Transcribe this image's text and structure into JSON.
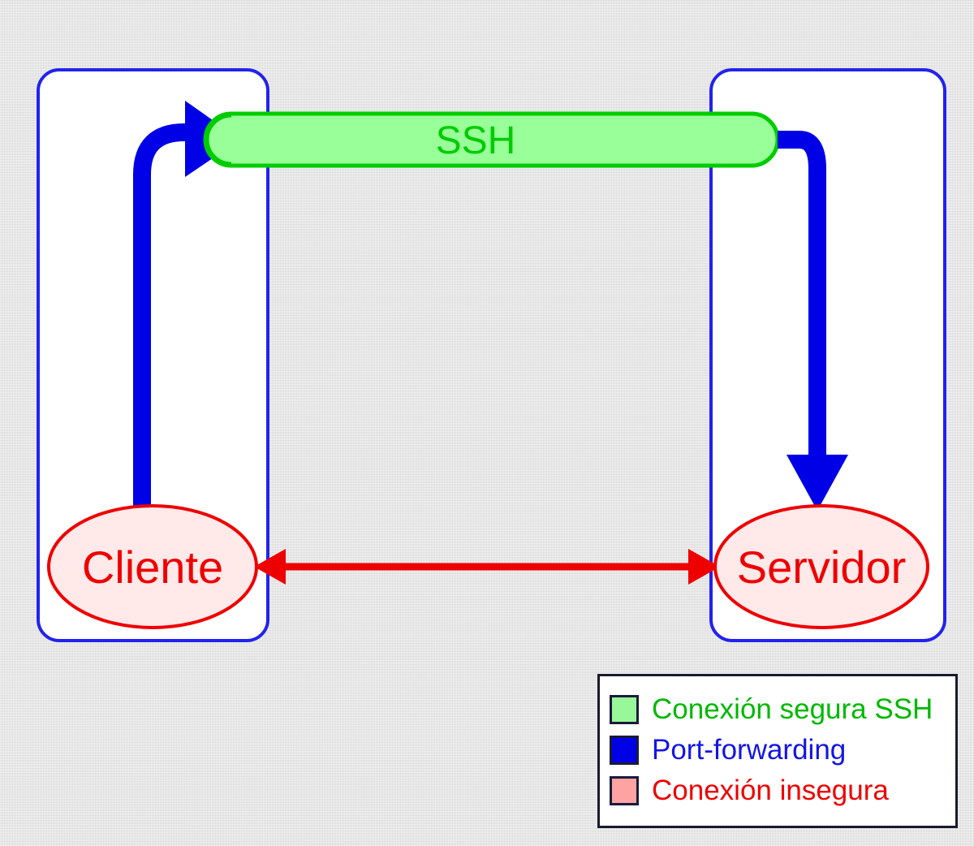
{
  "diagram": {
    "title_text": "SSH",
    "nodes": {
      "client": {
        "label": "Cliente"
      },
      "server": {
        "label": "Servidor"
      }
    },
    "tunnel": {
      "label": "SSH"
    }
  },
  "legend": {
    "items": [
      {
        "label": "Conexión segura SSH",
        "swatch_color": "#98f898",
        "text_color": "#00b800"
      },
      {
        "label": "Port-forwarding",
        "swatch_color": "#0000e6",
        "text_color": "#1414e6"
      },
      {
        "label": "Conexión insegura",
        "swatch_color": "#ffa2a2",
        "text_color": "#ee0000"
      }
    ]
  },
  "colors": {
    "background": "#d4d4d4",
    "box_border_blue": "#2222ee",
    "box_fill": "#ffffff",
    "tunnel_fill": "#99ff99",
    "tunnel_stroke": "#00cc00",
    "tunnel_text": "#00cc00",
    "port_forward_blue": "#0000e6",
    "insecure_red": "#ee0000",
    "node_fill": "#ffe9e9",
    "legend_border": "#1a1a2e"
  }
}
